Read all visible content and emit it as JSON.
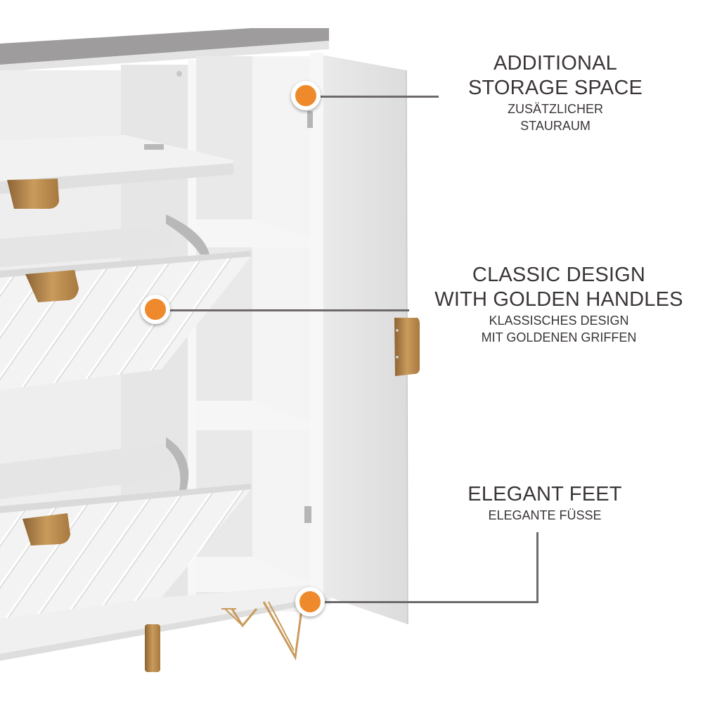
{
  "product": {
    "description": "White shoe cabinet with flip-down drawers, open shelves and side door",
    "colors": {
      "cabinet_white": "#f0f0f0",
      "cabinet_shadow": "#d9d9d9",
      "top_grey": "#9e9c9d",
      "gold": "#b8894f",
      "marker_orange": "#ee8a2b",
      "line_grey": "#6e6a6b",
      "text_dark": "#3a3536"
    }
  },
  "callouts": [
    {
      "title_line1": "ADDITIONAL",
      "title_line2": "STORAGE SPACE",
      "subtitle_line1": "ZUSÄTZLICHER",
      "subtitle_line2": "STAURAUM",
      "icon": "orange-marker-dot"
    },
    {
      "title_line1": "CLASSIC DESIGN",
      "title_line2": "WITH GOLDEN HANDLES",
      "subtitle_line1": "KLASSISCHES DESIGN",
      "subtitle_line2": "MIT GOLDENEN GRIFFEN",
      "icon": "orange-marker-dot"
    },
    {
      "title_line1": "ELEGANT FEET",
      "subtitle_line1": "ELEGANTE FÜSSE",
      "icon": "orange-marker-dot"
    }
  ]
}
